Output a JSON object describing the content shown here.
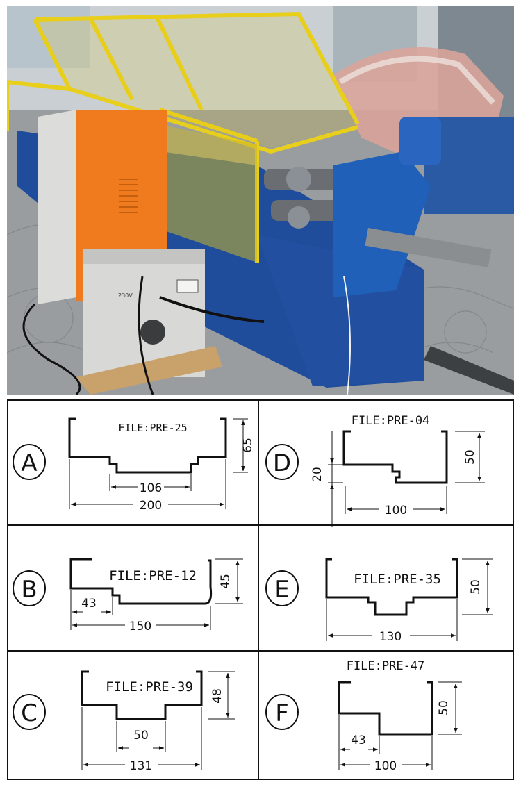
{
  "photo": {
    "subject": "roll-forming-machine-photo",
    "panel_text": "230V"
  },
  "profiles": [
    {
      "letter": "A",
      "file": "FILE:PRE-25",
      "dims": {
        "inner": "106",
        "total": "200",
        "height": "65"
      }
    },
    {
      "letter": "D",
      "file": "FILE:PRE-04",
      "dims": {
        "lip": "20",
        "width": "100",
        "height": "50"
      }
    },
    {
      "letter": "B",
      "file": "FILE:PRE-12",
      "dims": {
        "step": "43",
        "width": "150",
        "height": "45"
      }
    },
    {
      "letter": "E",
      "file": "FILE:PRE-35",
      "dims": {
        "width": "130",
        "height": "50"
      }
    },
    {
      "letter": "C",
      "file": "FILE:PRE-39",
      "dims": {
        "inner": "50",
        "width": "131",
        "height": "48"
      }
    },
    {
      "letter": "F",
      "file": "FILE:PRE-47",
      "dims": {
        "step": "43",
        "width": "100",
        "height": "50"
      }
    }
  ]
}
